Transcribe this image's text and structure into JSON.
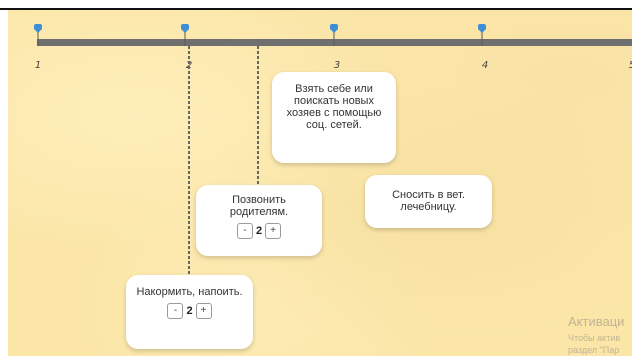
{
  "timeline": {
    "ticks": [
      "1",
      "2",
      "3",
      "4",
      "5"
    ]
  },
  "cards": {
    "take_pet": {
      "text": "Взять себе или поискать новых хозяев с помощью соц. сетей."
    },
    "call_parents": {
      "text": "Позвонить родителям.",
      "minus": "-",
      "value": "2",
      "plus": "+"
    },
    "vet_clinic": {
      "text": "Сносить в вет. лечебницу."
    },
    "feed": {
      "text": "Накормить, напоить.",
      "minus": "-",
      "value": "2",
      "plus": "+"
    }
  },
  "watermark": {
    "title": "Активаци",
    "line1": "Чтобы актив",
    "line2": "раздел \"Пар"
  },
  "colors": {
    "background": "#fbe6a8",
    "timeline": "#6f6f6f",
    "marker": "#3f8fd6",
    "card": "#ffffff"
  }
}
